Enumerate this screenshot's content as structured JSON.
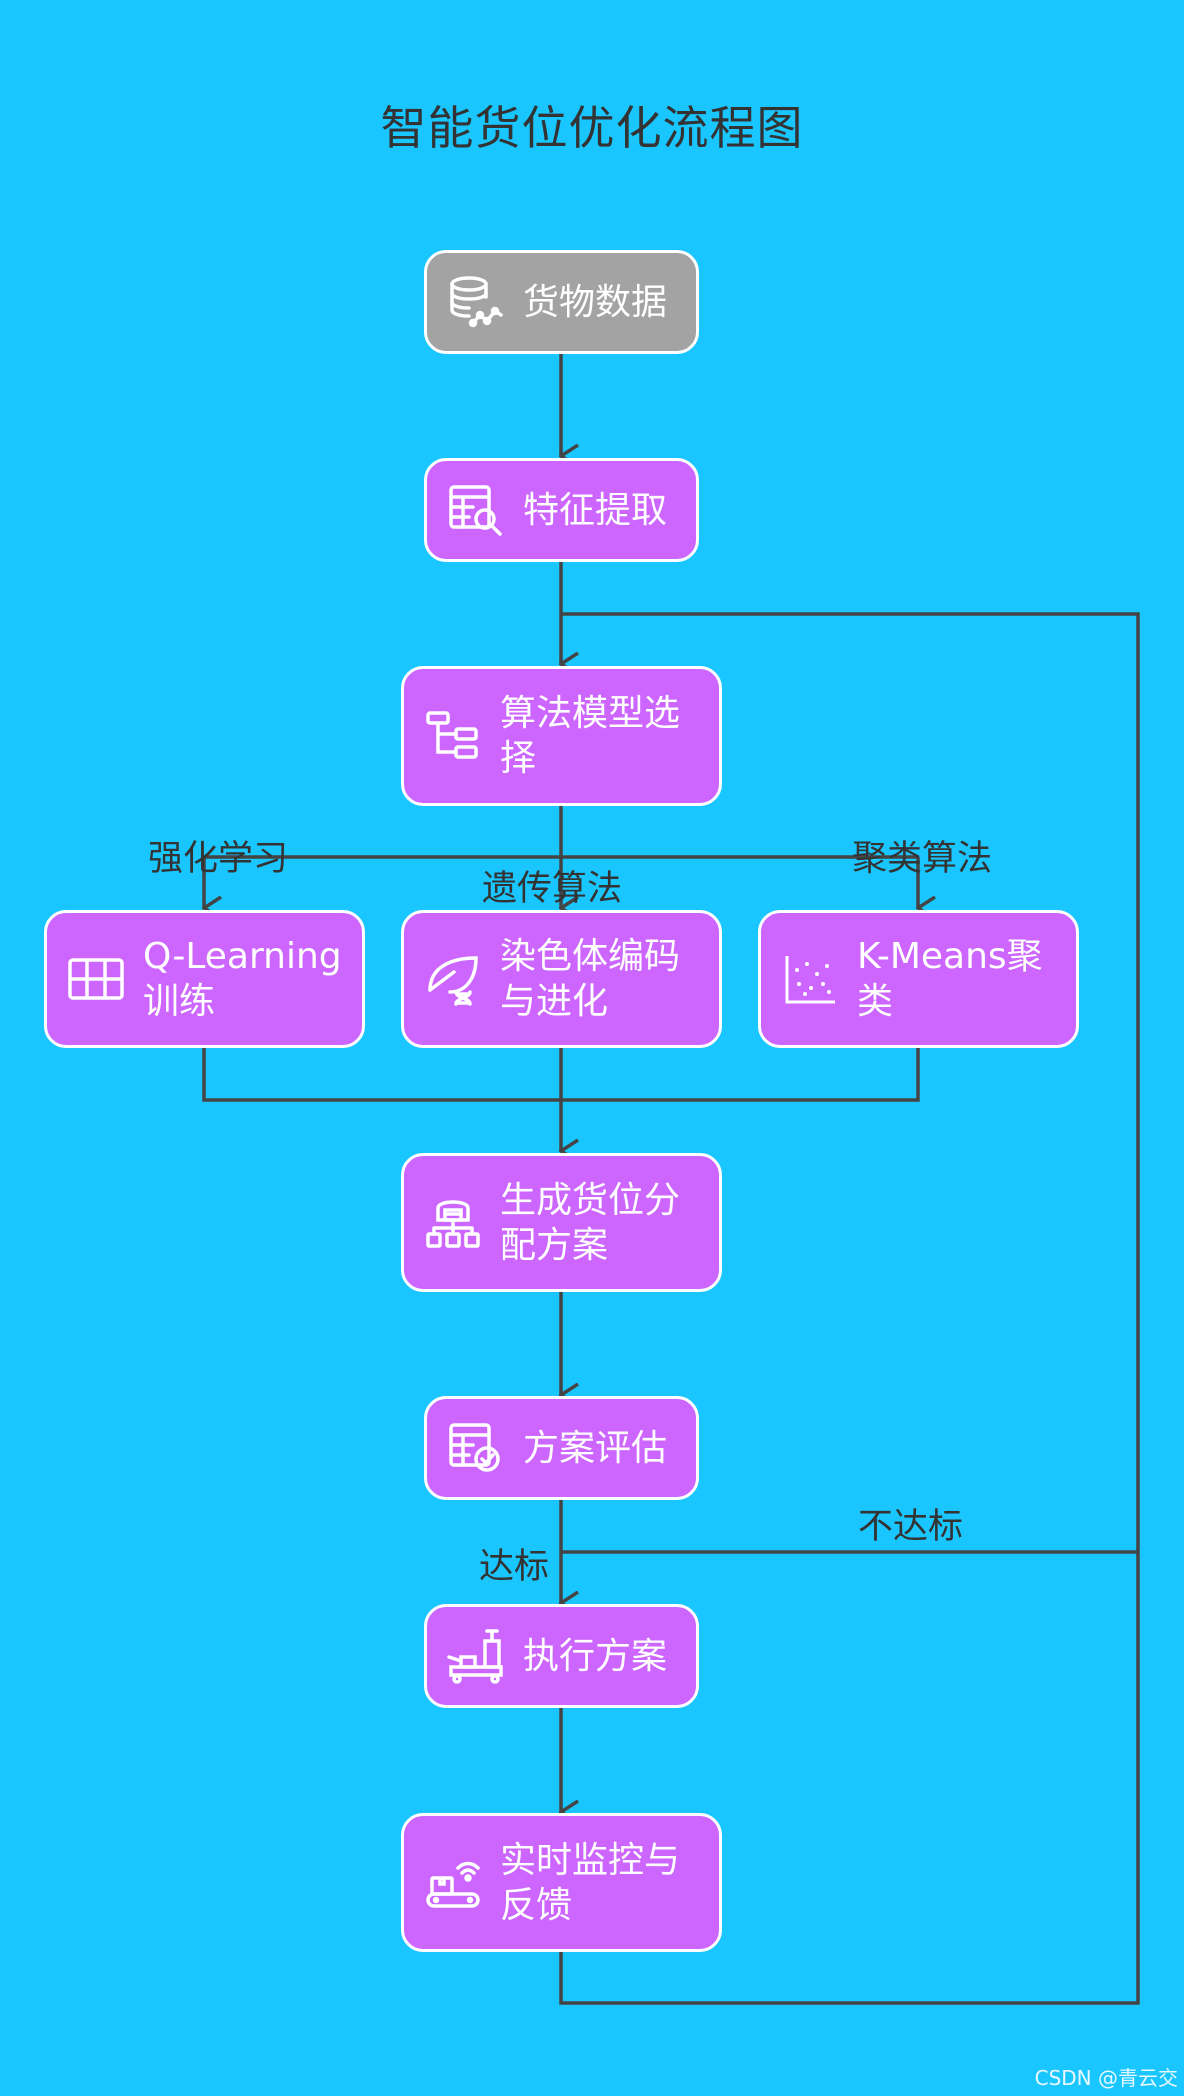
{
  "title": "智能货位优化流程图",
  "nodes": {
    "data": {
      "label": "货物数据",
      "icon": "database-chart-icon"
    },
    "feature": {
      "label": "特征提取",
      "icon": "table-search-icon"
    },
    "model": {
      "label": "算法模型选择",
      "icon": "hierarchy-icon"
    },
    "qlearn": {
      "label": "Q-Learning训练",
      "icon": "grid-icon"
    },
    "genetic": {
      "label": "染色体编码与进化",
      "icon": "leaf-dna-icon"
    },
    "kmeans": {
      "label": "K-Means聚类",
      "icon": "scatter-plot-icon"
    },
    "plan": {
      "label": "生成货位分配方案",
      "icon": "warehouse-network-icon"
    },
    "evaluate": {
      "label": "方案评估",
      "icon": "table-check-icon"
    },
    "execute": {
      "label": "执行方案",
      "icon": "conveyor-robot-icon"
    },
    "monitor": {
      "label": "实时监控与反馈",
      "icon": "conveyor-wifi-icon"
    }
  },
  "edges": {
    "reinforcement": "强化学习",
    "genetic_algo": "遗传算法",
    "clustering": "聚类算法",
    "pass": "达标",
    "fail": "不达标"
  },
  "colors": {
    "background": "#1AC6FF",
    "node_fill": "#CC66FF",
    "start_fill": "#A3A3A3",
    "line": "#444444"
  },
  "watermark": "CSDN @青云交"
}
